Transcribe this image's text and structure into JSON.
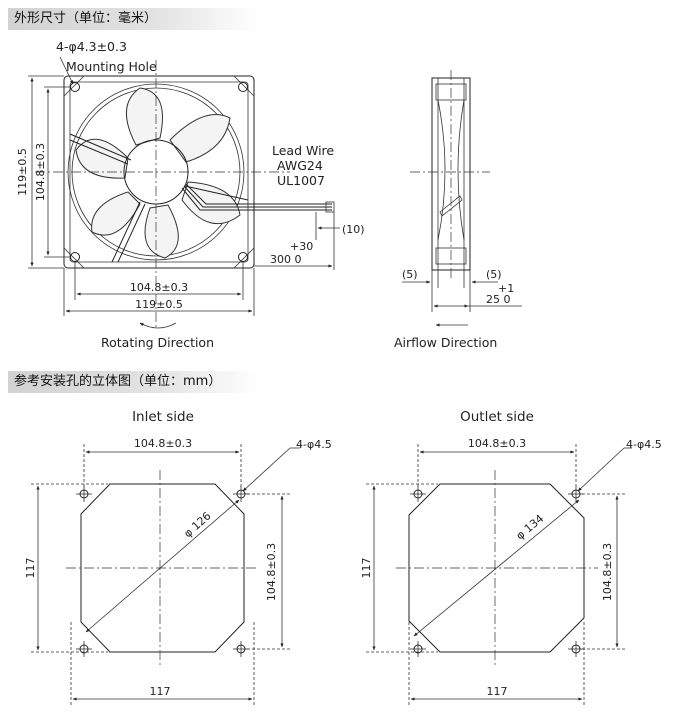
{
  "headers": {
    "dimensions": "外形尺寸（单位：毫米）",
    "mounting": "参考安装孔的立体图（单位：mm）"
  },
  "front_view": {
    "mounting_hole_spec": "4-φ4.3±0.3",
    "mounting_hole_label": "Mounting Hole",
    "height_outer": "119±0.5",
    "height_pitch": "104.8±0.3",
    "width_pitch": "104.8±0.3",
    "width_outer": "119±0.5",
    "lead_wire": "Lead Wire",
    "awg": "AWG24",
    "ul": "UL1007",
    "strip_len": "(10)",
    "lead_tol": "+30",
    "lead_len": "300  0",
    "rotating_direction": "Rotating Direction"
  },
  "side_view": {
    "left_dim": "(5)",
    "right_dim": "(5)",
    "depth_tol": "+1",
    "depth": "25  0",
    "airflow_direction": "Airflow Direction"
  },
  "inlet": {
    "title": "Inlet side",
    "top_dim": "104.8±0.3",
    "hole": "4-φ4.5",
    "diameter": "φ 126",
    "right_dim": "104.8±0.3",
    "left_dim": "117",
    "bottom_dim": "117"
  },
  "outlet": {
    "title": "Outlet side",
    "top_dim": "104.8±0.3",
    "hole": "4-φ4.5",
    "diameter": "φ 134",
    "right_dim": "104.8±0.3",
    "left_dim": "117",
    "bottom_dim": "117"
  }
}
